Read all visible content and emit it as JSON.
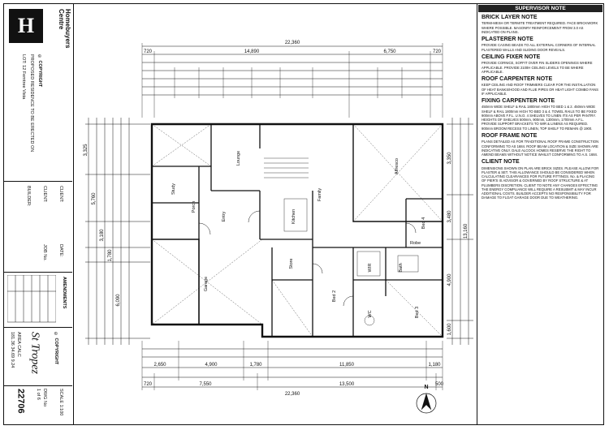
{
  "titleblock": {
    "logo_letter": "H",
    "brand_name": "Homebuyers Centre",
    "copyright": "© COPYRIGHT",
    "proposed_line1": "PROPOSED RESIDENCE TO BE ERECTED ON",
    "proposed_line2": "LOT: 12 Ferntree Vista",
    "client_label": "CLIENT:",
    "client2_label": "CLIENT:",
    "builder_label": "BUILDER:",
    "date_label": "DATE:",
    "job_label": "JOB No.",
    "amendments_label": "AMENDMENTS",
    "series_name": "St Tropez",
    "area_label": "AREA CALC",
    "area_values": "181.36  34.69  9.24",
    "scale_label": "SCALE 1:100",
    "dwg_label": "DWG No",
    "dwg_value": "1 of 6",
    "drawing_number": "22706",
    "mid_copyright": "© COPYRIGHT"
  },
  "top_dims": {
    "overall": "22,360",
    "left_seg": "720",
    "mid1": "14,890",
    "mid2": "6,750",
    "right_seg": "720"
  },
  "bottom_dims": {
    "row1": [
      "2,650",
      "4,900",
      "1,780",
      "11,850",
      "1,180"
    ],
    "row2": [
      "720",
      "7,550",
      "13,500",
      "500"
    ],
    "overall": "22,360"
  },
  "left_dims": [
    "3,325",
    "5,760",
    "3,180",
    "1,780",
    "6,090"
  ],
  "right_dims": [
    "3,350",
    "3,480",
    "13,160",
    "4,900",
    "1,600"
  ],
  "rooms": {
    "lounge": "Lounge",
    "family": "Family",
    "alfresco": "Alfresco",
    "bed4": "Bed 4",
    "study": "Study",
    "entry": "Entry",
    "kitchen": "Kitchen",
    "garage": "Garage",
    "store": "Store",
    "bed2": "Bed 2",
    "bed3": "Bed 3",
    "wir": "WIR",
    "robe": "Robe",
    "porch": "Porch",
    "bath": "Bath",
    "wc": "WC"
  },
  "compass": "N",
  "supervisor": {
    "header": "SUPERVISOR NOTE",
    "sections": [
      {
        "title": "BRICK LAYER NOTE",
        "body": "TERMI-MESH OR TERMITE TREATMENT REQUIRED. FACE BRICKWORK WHERE POSSIBLE. MASONRY REINFORCEMENT FROM 3.0 AS INDICATED ON PLANS."
      },
      {
        "title": "PLASTERER NOTE",
        "body": "PROVIDE CASING BEADS TO ALL EXTERNAL CORNERS OF INTERNAL PLASTERED WALLS AND SLIDING DOOR REVEALS."
      },
      {
        "title": "CEILING FIXER NOTE",
        "body": "PROVIDE CORNICE, SOFFIT OVER FIN SLIDERS OPENINGS WHERE APPLICABLE. PROVIDE 2100H CEILING LEVELS TO BE WHERE APPLICABLE."
      },
      {
        "title": "ROOF CARPENTER NOTE",
        "body": "KEEP CEILING AND ROOF TRIMMERS CLEAR FOR THE INSTALLATION OF HEAT BANKS/HOOD AND FLUE PIPES OR HEAT LIGHT COMBO FANS IF APPLICABLE."
      },
      {
        "title": "FIXING CARPENTER NOTE",
        "body": "450mm WIDE SHELF & RAIL 1800mm HIGH TO BED 1 & 2. 450mm WIDE SHELF & RAIL 1800mm HIGH TO BED 3 & 4. TOWEL RAILS TO BE FIXED 900mm ABOVE F.F.L. U.N.O. 4 SHELVES TO LINEN ITS AS PER PANTRY. HEIGHTS OF SHELVES 500mm, 900mm, 1300mm, 1700mm A.F.L. PROVIDE SUPPORT BRACKETS TO WIR & LINENS AS REQUIRED. 900mm BROOM RECESS TO LINEN, TOP SHELF TO REMAIN @ 1900."
      },
      {
        "title": "ROOF FRAME NOTE",
        "body": "PLANS DETAILED AS FOR TRADITIONAL ROOF FRAME CONSTRUCTION CONFORMING TO AS 1684. ROOF BEAM LOCATION & SIZE SHOWN ARE INDICATIVE ONLY. DALE ALCOCK HOMES RESERVE THE RIGHT TO AMEND BEAMS WITHOUT NOTICE WHILST CONFORMING TO A.S. 1684."
      },
      {
        "title": "CLIENT NOTE",
        "body": "DIMENSIONS SHOWN ON PLAN ARE BRICK SIZES. PLEASE ALLOW FOR PLASTER & SET. THIS ALLOWANCE SHOULD BE CONSIDERED WHEN CALCULATING CLEARANCES FOR FUTURE FITTINGS. No. & PLACING OF PIER'S IS ADVISOR & GOVERNED BY ROOF STRUCTURE & AT PLUMBERS DISCRETION. CLIENT TO NOTE ANY CHANGES EFFECTING THE ENERGY COMPLIANCE WILL REQUIRE A RESUBMIT & MAY INCUR ADDITIONAL COSTS. BUILDER ACCEPTS NO RESPONSIBILITY FOR DAMAGE TO FLOAT GARAGE DOOR DUE TO WEATHERING."
      }
    ]
  }
}
